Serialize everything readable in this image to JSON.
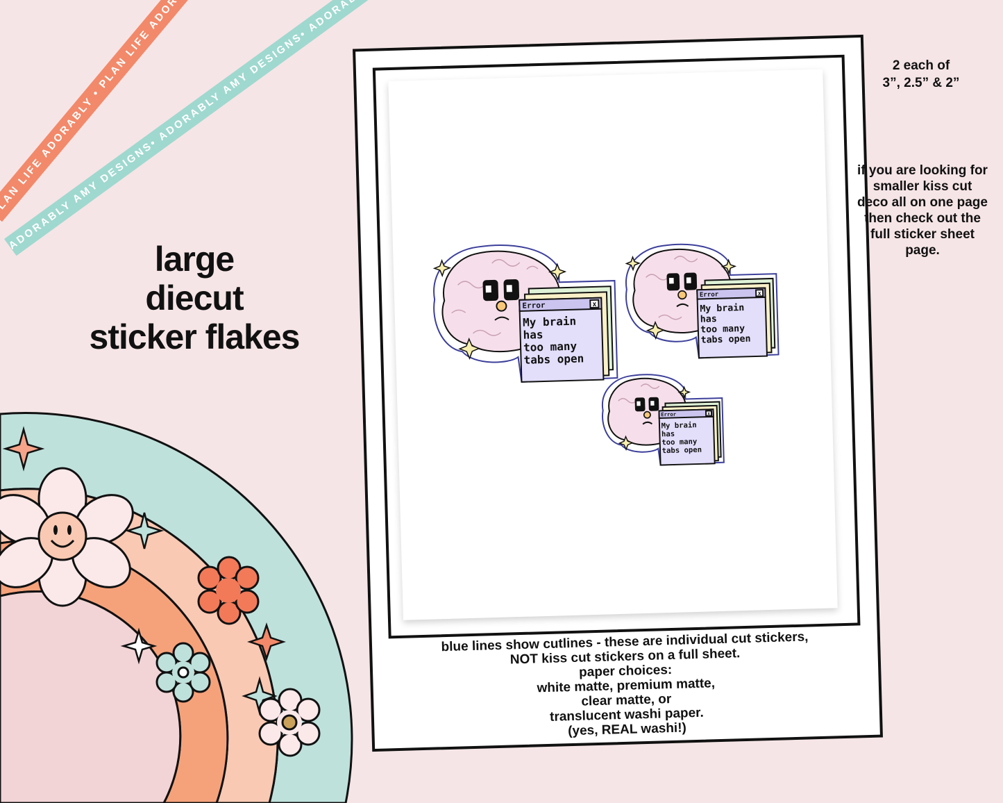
{
  "ribbons": {
    "orange_text": "PLAN LIFE ADORABLY • PLAN LIFE ADORABLY • PLAN LIFE ADORABLY •",
    "teal_text": "ADORABLY AMY DESIGNS• ADORABLY AMY DESIGNS• ADORABLY AMY DESIGNS•",
    "orange_color": "#f2896a",
    "teal_color": "#9fd8cf"
  },
  "title": {
    "line1": "large",
    "line2": "diecut",
    "line3": "sticker flakes"
  },
  "notes": {
    "sizes_line1": "2 each of",
    "sizes_line2": "3”, 2.5” & 2”",
    "side_lines": [
      "if you are looking for",
      "smaller kiss cut",
      "deco all on one page",
      "then check out the",
      "full sticker sheet",
      "page."
    ]
  },
  "sticker": {
    "window_title": "Error",
    "close_glyph": "x",
    "message_lines": [
      "My brain",
      "has",
      "too many",
      "tabs open"
    ]
  },
  "caption_lines": [
    "blue lines show cutlines - these are individual cut stickers,",
    "NOT kiss cut stickers on a full sheet.",
    "paper choices:",
    "white matte, premium matte,",
    "clear matte, or",
    "translucent washi paper.",
    "(yes, REAL washi!)"
  ],
  "colors": {
    "background": "#f6e5e6",
    "cutline_blue": "#3c3f9a",
    "brain_pink": "#f6dfea",
    "window_lavender": "#e3defa"
  }
}
